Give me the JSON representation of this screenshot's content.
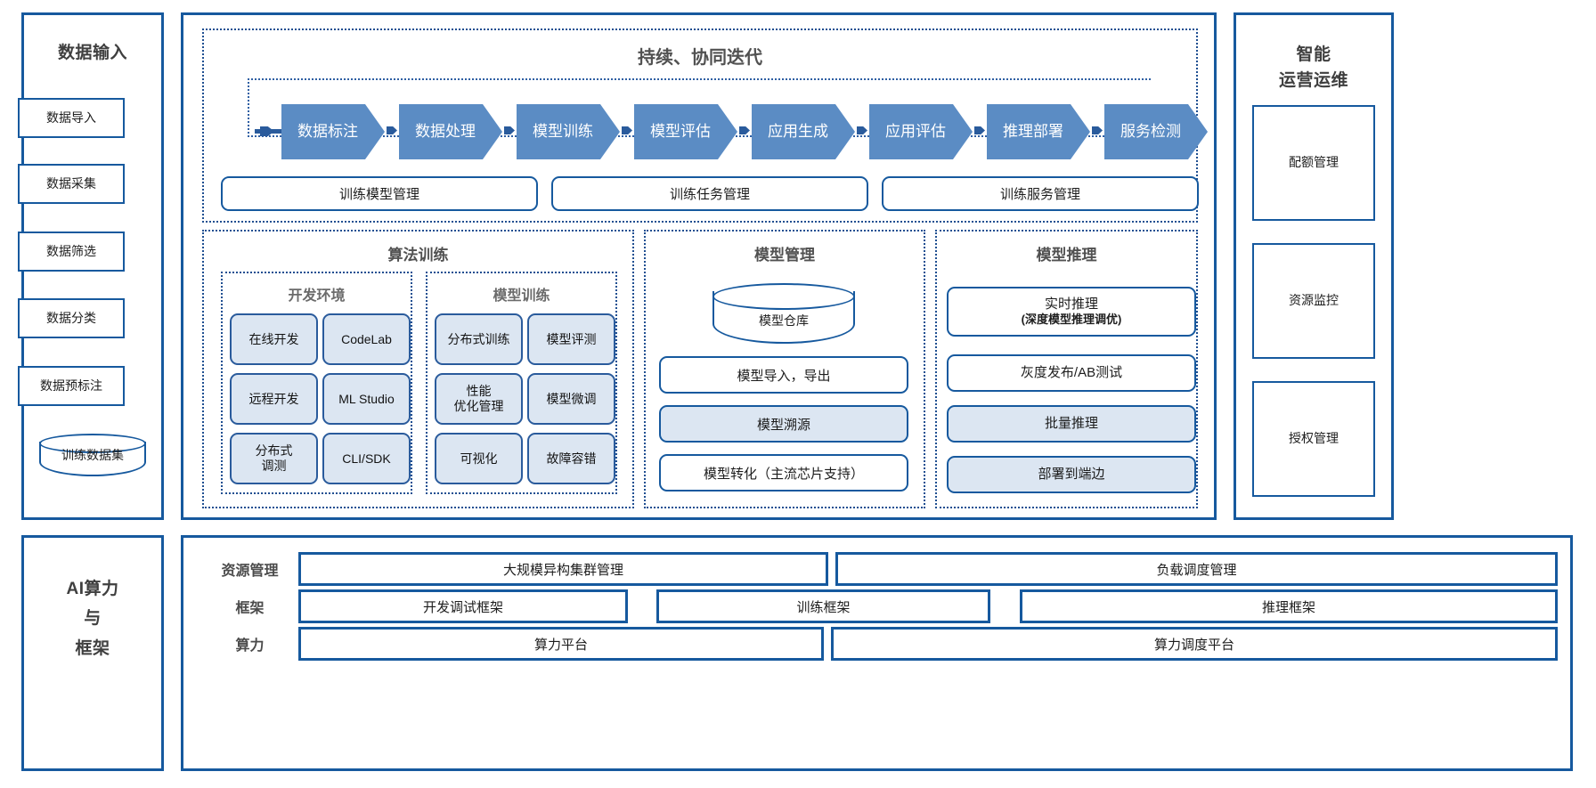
{
  "data_input": {
    "title": "数据输入",
    "items": [
      {
        "label": "数据导入"
      },
      {
        "label": "数据采集"
      },
      {
        "label": "数据筛选"
      },
      {
        "label": "数据分类"
      },
      {
        "label": "数据预标注"
      }
    ],
    "dataset": {
      "label": "训练数据集",
      "icon": "database-cylinder-icon"
    }
  },
  "iteration": {
    "title": "持续、协同迭代",
    "stages": [
      {
        "label": "数据标注"
      },
      {
        "label": "数据处理"
      },
      {
        "label": "模型训练"
      },
      {
        "label": "模型评估"
      },
      {
        "label": "应用生成"
      },
      {
        "label": "应用评估"
      },
      {
        "label": "推理部署"
      },
      {
        "label": "服务检测"
      }
    ],
    "management": [
      {
        "label": "训练模型管理"
      },
      {
        "label": "训练任务管理"
      },
      {
        "label": "训练服务管理"
      }
    ]
  },
  "algo_training": {
    "title": "算法训练",
    "dev_env": {
      "title": "开发环境",
      "items": [
        {
          "label": "在线开发"
        },
        {
          "label": "CodeLab"
        },
        {
          "label": "远程开发"
        },
        {
          "label": "ML Studio"
        },
        {
          "label": "分布式\n调测"
        },
        {
          "label": "CLI/SDK"
        }
      ]
    },
    "model_train": {
      "title": "模型训练",
      "items": [
        {
          "label": "分布式训练"
        },
        {
          "label": "模型评测"
        },
        {
          "label": "性能\n优化管理"
        },
        {
          "label": "模型微调"
        },
        {
          "label": "可视化"
        },
        {
          "label": "故障容错"
        }
      ]
    }
  },
  "model_management": {
    "title": "模型管理",
    "repository": {
      "label": "模型仓库",
      "icon": "database-cylinder-icon"
    },
    "items": [
      {
        "label": "模型导入，导出",
        "filled": false
      },
      {
        "label": "模型溯源",
        "filled": true
      },
      {
        "label": "模型转化（主流芯片支持）",
        "filled": false
      }
    ]
  },
  "model_inference": {
    "title": "模型推理",
    "items": [
      {
        "label": "实时推理",
        "sub": "(深度模型推理调优)",
        "filled": false
      },
      {
        "label": "灰度发布/AB测试",
        "sub": "",
        "filled": false
      },
      {
        "label": "批量推理",
        "sub": "",
        "filled": true
      },
      {
        "label": "部署到端边",
        "sub": "",
        "filled": true
      }
    ]
  },
  "ops": {
    "title_line1": "智能",
    "title_line2": "运营运维",
    "items": [
      {
        "label": "配额管理"
      },
      {
        "label": "资源监控"
      },
      {
        "label": "授权管理"
      }
    ]
  },
  "compute": {
    "title_line1": "AI算力",
    "title_line2": "与",
    "title_line3": "框架",
    "rows": [
      {
        "label": "资源管理",
        "boxes": [
          {
            "label": "大规模异构集群管理"
          },
          {
            "label": "负载调度管理"
          }
        ]
      },
      {
        "label": "框架",
        "boxes": [
          {
            "label": "开发调试框架"
          },
          {
            "label": "训练框架"
          },
          {
            "label": "推理框架"
          }
        ]
      },
      {
        "label": "算力",
        "boxes": [
          {
            "label": "算力平台"
          },
          {
            "label": "算力调度平台"
          }
        ]
      }
    ]
  },
  "colors": {
    "frame": "#16599e",
    "chevron": "#5b8cc4",
    "fill": "#dce6f2",
    "dotted": "#1f4f91"
  }
}
